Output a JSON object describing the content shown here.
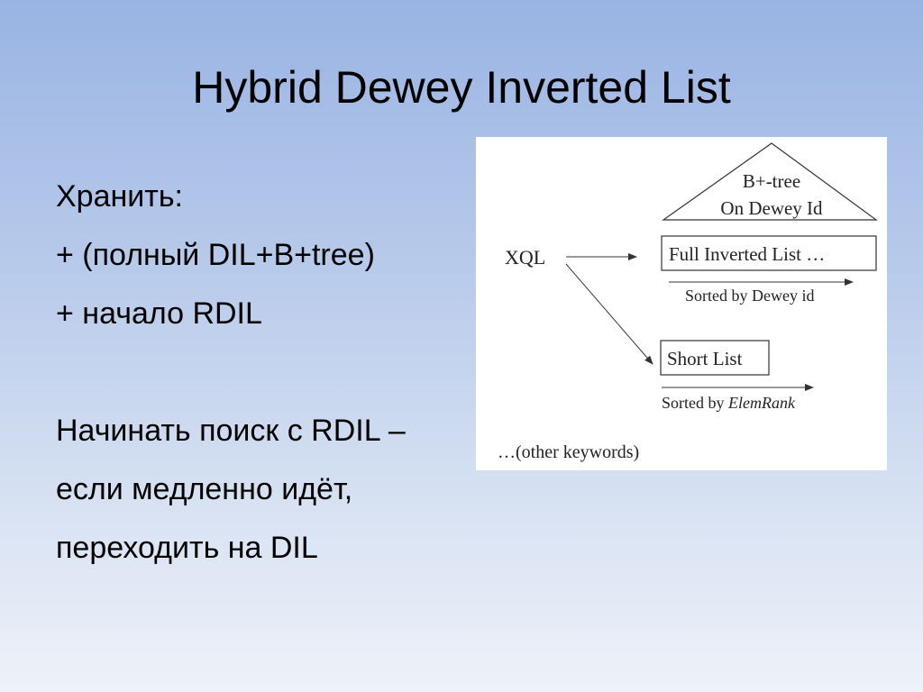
{
  "slide": {
    "title": "Hybrid Dewey Inverted List",
    "lines": [
      "Хранить:",
      "+ (полный DIL+B+tree)",
      "+ начало RDIL",
      "Начинать поиск с RDIL –",
      "если медленно идёт,",
      "переходить на DIL"
    ]
  },
  "diagram": {
    "btree_line1": "B+-tree",
    "btree_line2": "On Dewey Id",
    "query": "XQL",
    "full_list": "Full Inverted List …",
    "full_sorted": "Sorted by Dewey id",
    "short_list": "Short List",
    "short_sorted_prefix": "Sorted by ",
    "short_sorted_em": "ElemRank",
    "other": "…(other keywords)"
  }
}
